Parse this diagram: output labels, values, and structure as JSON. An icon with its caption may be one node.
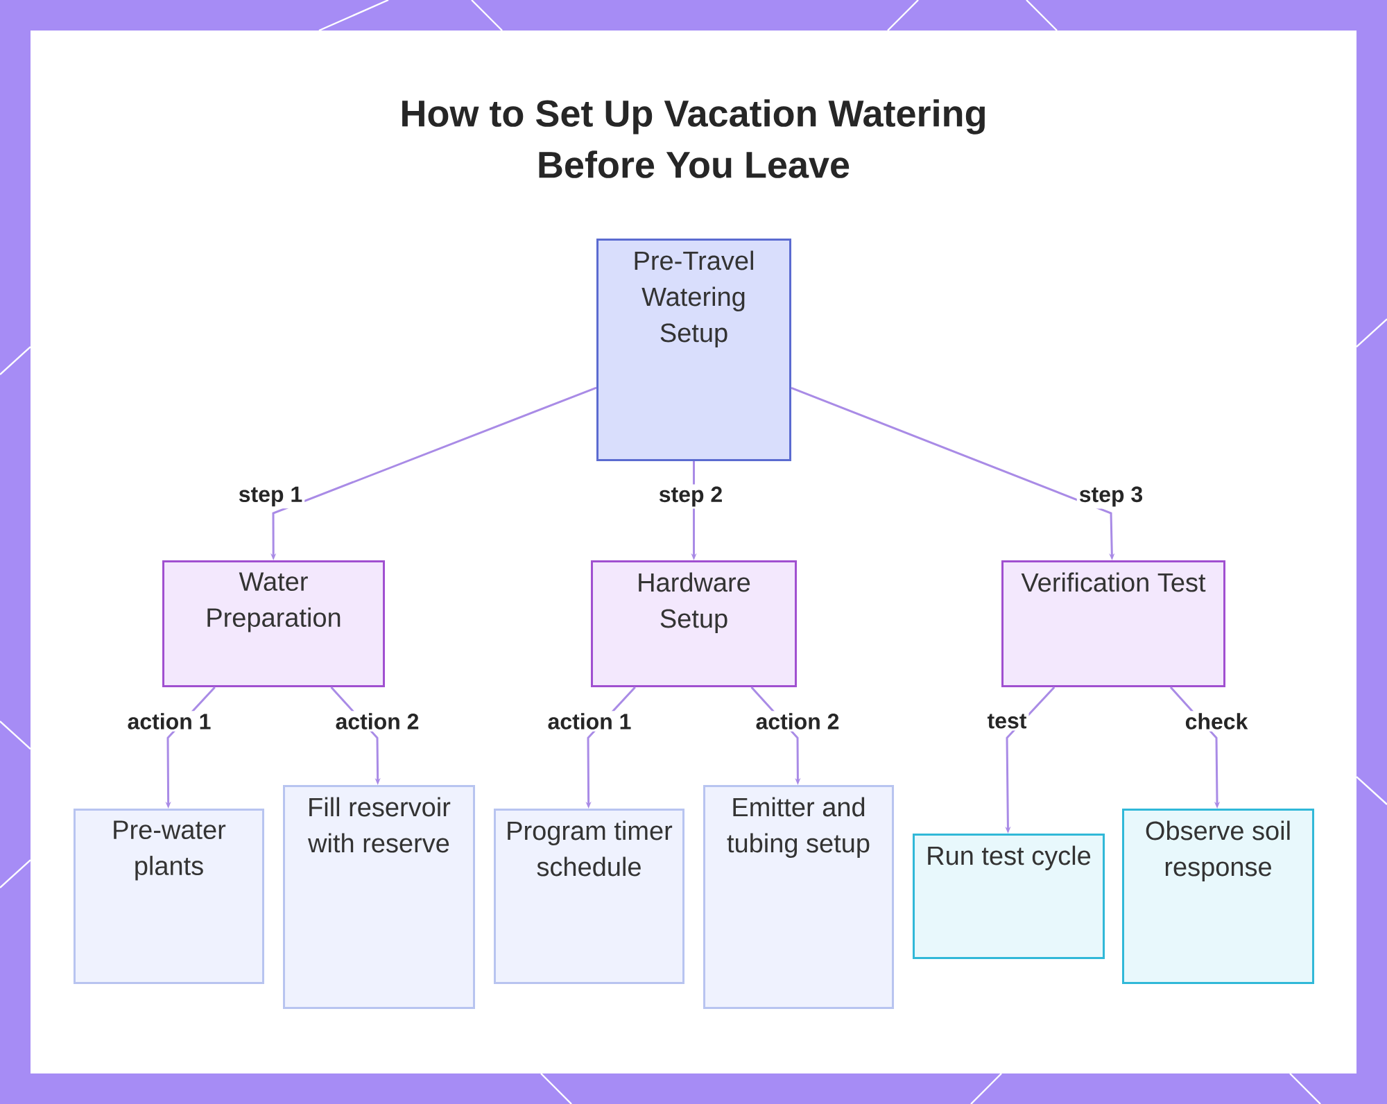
{
  "diagram": {
    "title": "How to Set Up Vacation Watering Before You Leave",
    "nodes": [
      {
        "text": [
          "Pre-Travel Watering Setup"
        ]
      },
      {
        "text": [
          "Water Preparation"
        ]
      },
      {
        "text": [
          "Hardware Setup"
        ]
      },
      {
        "text": [
          "Verification Test"
        ]
      },
      {
        "text": [
          "Pre-water plants"
        ]
      },
      {
        "text": [
          "Fill reservoir with reserve"
        ]
      },
      {
        "text": [
          "Program timer schedule"
        ]
      },
      {
        "text": [
          "Emitter and tubing setup"
        ]
      },
      {
        "text": [
          "Run test cycle"
        ]
      },
      {
        "text": [
          "Observe soil response"
        ]
      }
    ],
    "edges": [
      {
        "from": 0,
        "to": 1,
        "arrow": "to",
        "label": "step 1"
      },
      {
        "from": 0,
        "to": 2,
        "arrow": "to",
        "label": "step 2"
      },
      {
        "from": 0,
        "to": 3,
        "arrow": "to",
        "label": "step 3"
      },
      {
        "from": 1,
        "to": 4,
        "arrow": "to",
        "label": "action 1"
      },
      {
        "from": 1,
        "to": 5,
        "arrow": "to",
        "label": "action 2"
      },
      {
        "from": 2,
        "to": 6,
        "arrow": "to",
        "label": "action 1"
      },
      {
        "from": 2,
        "to": 7,
        "arrow": "to",
        "label": "action 2"
      },
      {
        "from": 3,
        "to": 8,
        "arrow": "to",
        "label": "test"
      },
      {
        "from": 3,
        "to": 9,
        "arrow": "to",
        "label": "check"
      }
    ]
  }
}
